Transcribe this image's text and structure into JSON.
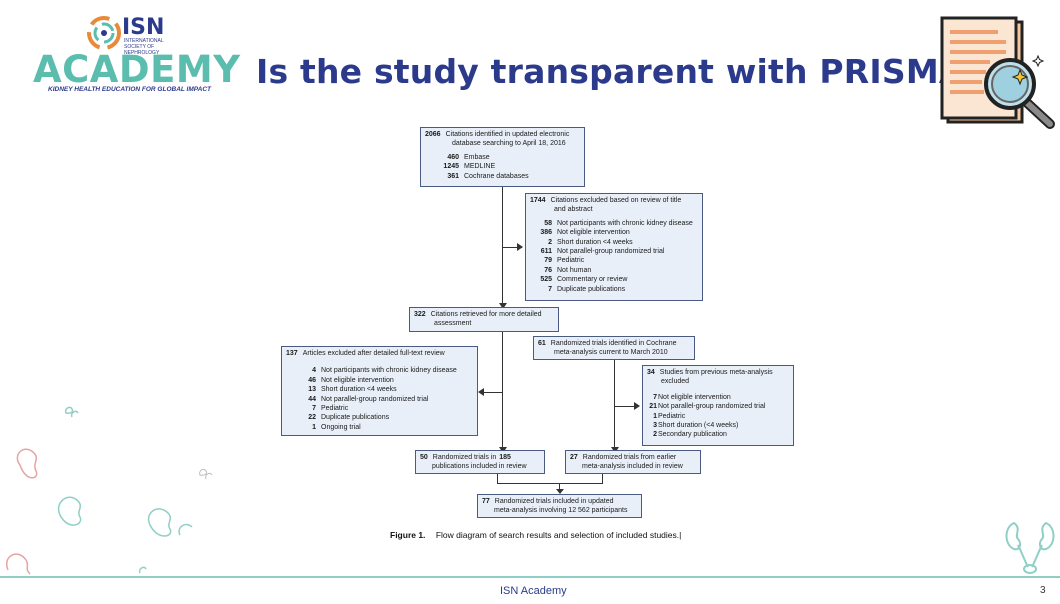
{
  "slide": {
    "title": "Is the study transparent with PRISMA?",
    "page_number": "3",
    "footer": "ISN Academy"
  },
  "logo": {
    "isn": "ISN",
    "subline": "INTERNATIONAL SOCIETY OF NEPHROLOGY",
    "academy": "ACADEMY",
    "tagline": "KIDNEY HEALTH EDUCATION FOR GLOBAL IMPACT"
  },
  "colors": {
    "title": "#2c3a8c",
    "academy": "#5bbdae",
    "box_fill": "#e9eff8",
    "box_border": "#4a5a80",
    "footer_line": "#8fcfc6"
  },
  "icons": {
    "slide_icon": "document-magnifier-icon"
  },
  "flow": {
    "identified": {
      "head_num": "2066",
      "head_text": "Citations identified in updated electronic",
      "head_text2": "database searching to April 18, 2016",
      "items": [
        {
          "num": "460",
          "text": "Embase"
        },
        {
          "num": "1245",
          "text": "MEDLINE"
        },
        {
          "num": "361",
          "text": "Cochrane databases"
        }
      ]
    },
    "excluded_title": {
      "head_num": "1744",
      "head_text": "Citations excluded based on review of title",
      "head_text2": "and abstract",
      "items": [
        {
          "num": "58",
          "text": "Not participants with chronic kidney disease"
        },
        {
          "num": "386",
          "text": "Not eligible intervention"
        },
        {
          "num": "2",
          "text": "Short duration <4 weeks"
        },
        {
          "num": "611",
          "text": "Not parallel-group randomized trial"
        },
        {
          "num": "79",
          "text": "Pediatric"
        },
        {
          "num": "76",
          "text": "Not human"
        },
        {
          "num": "525",
          "text": "Commentary or review"
        },
        {
          "num": "7",
          "text": "Duplicate publications"
        }
      ]
    },
    "retrieved": {
      "head_num": "322",
      "head_text": "Citations retrieved for more detailed",
      "head_text2": "assessment"
    },
    "excluded_fulltext": {
      "head_num": "137",
      "head_text": "Articles excluded after detailed full-text review",
      "items": [
        {
          "num": "4",
          "text": "Not participants with chronic kidney disease"
        },
        {
          "num": "46",
          "text": "Not eligible intervention"
        },
        {
          "num": "13",
          "text": "Short duration <4 weeks"
        },
        {
          "num": "44",
          "text": "Not parallel-group randomized trial"
        },
        {
          "num": "7",
          "text": "Pediatric"
        },
        {
          "num": "22",
          "text": "Duplicate publications"
        },
        {
          "num": "1",
          "text": "Ongoing trial"
        }
      ]
    },
    "cochrane": {
      "head_num": "61",
      "head_text": "Randomized trials identified in Cochrane",
      "head_text2": "meta-analysis current to March 2010"
    },
    "previous_excluded": {
      "head_num": "34",
      "head_text": "Studies from previous meta-analysis",
      "head_text2": "excluded",
      "items": [
        {
          "num": "7",
          "text": "Not eligible intervention"
        },
        {
          "num": "21",
          "text": "Not parallel-group randomized trial"
        },
        {
          "num": "1",
          "text": "Pediatric"
        },
        {
          "num": "3",
          "text": "Short duration (<4 weeks)"
        },
        {
          "num": "2",
          "text": "Secondary publication"
        }
      ]
    },
    "included_new": {
      "head_num": "50",
      "head_text": "Randomized trials in",
      "head_num2": "185",
      "head_text2": "publications included in review"
    },
    "included_earlier": {
      "head_num": "27",
      "head_text": "Randomized trials from earlier",
      "head_text2": "meta-analysis included in review"
    },
    "final": {
      "head_num": "77",
      "head_text": "Randomized trials included in updated",
      "head_text2": "meta-analysis involving 12 562 participants"
    }
  },
  "caption": {
    "label": "Figure 1.",
    "text": "Flow diagram of search results and selection of included studies.|"
  }
}
